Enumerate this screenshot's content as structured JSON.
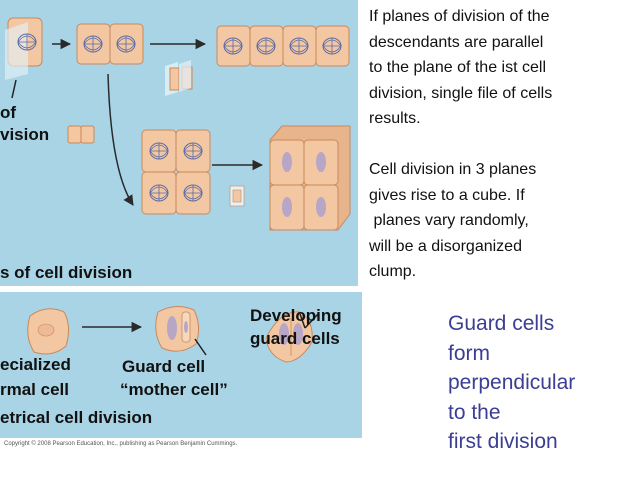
{
  "diagram": {
    "colors": {
      "panel": "#a9d4e6",
      "cell_fill": "#f2c7a2",
      "cell_edge": "#c9885c",
      "nucleus": "#b7a6c6",
      "spindle": "#5b6aa8",
      "guard_text": "#3b3e93"
    },
    "top_labels": {
      "fragment_of": "of",
      "fragment_division": "vision",
      "caption": "s of cell division"
    },
    "bottom_labels": {
      "developing_line1": "Developing",
      "developing_line2": "guard cells",
      "specialized_line1": "ecialized",
      "specialized_line2": "rmal cell",
      "mother_line1": "Guard cell",
      "mother_line2": "“mother cell”",
      "caption": "etrical cell division"
    },
    "copyright": "Copyright © 2008 Pearson Education, Inc., publishing as Pearson Benjamin Cummings."
  },
  "notes": {
    "single_file": [
      "If planes of division of the",
      "descendants are parallel",
      "to the plane of the ist cell",
      "division, single file of cells",
      "results."
    ],
    "cube": [
      "Cell division in 3 planes",
      "gives rise to a cube. If",
      " planes vary randomly,",
      "will be a disorganized",
      "clump."
    ]
  },
  "guard_note": [
    "Guard cells",
    "form",
    "perpendicular",
    "to the",
    "first division"
  ]
}
